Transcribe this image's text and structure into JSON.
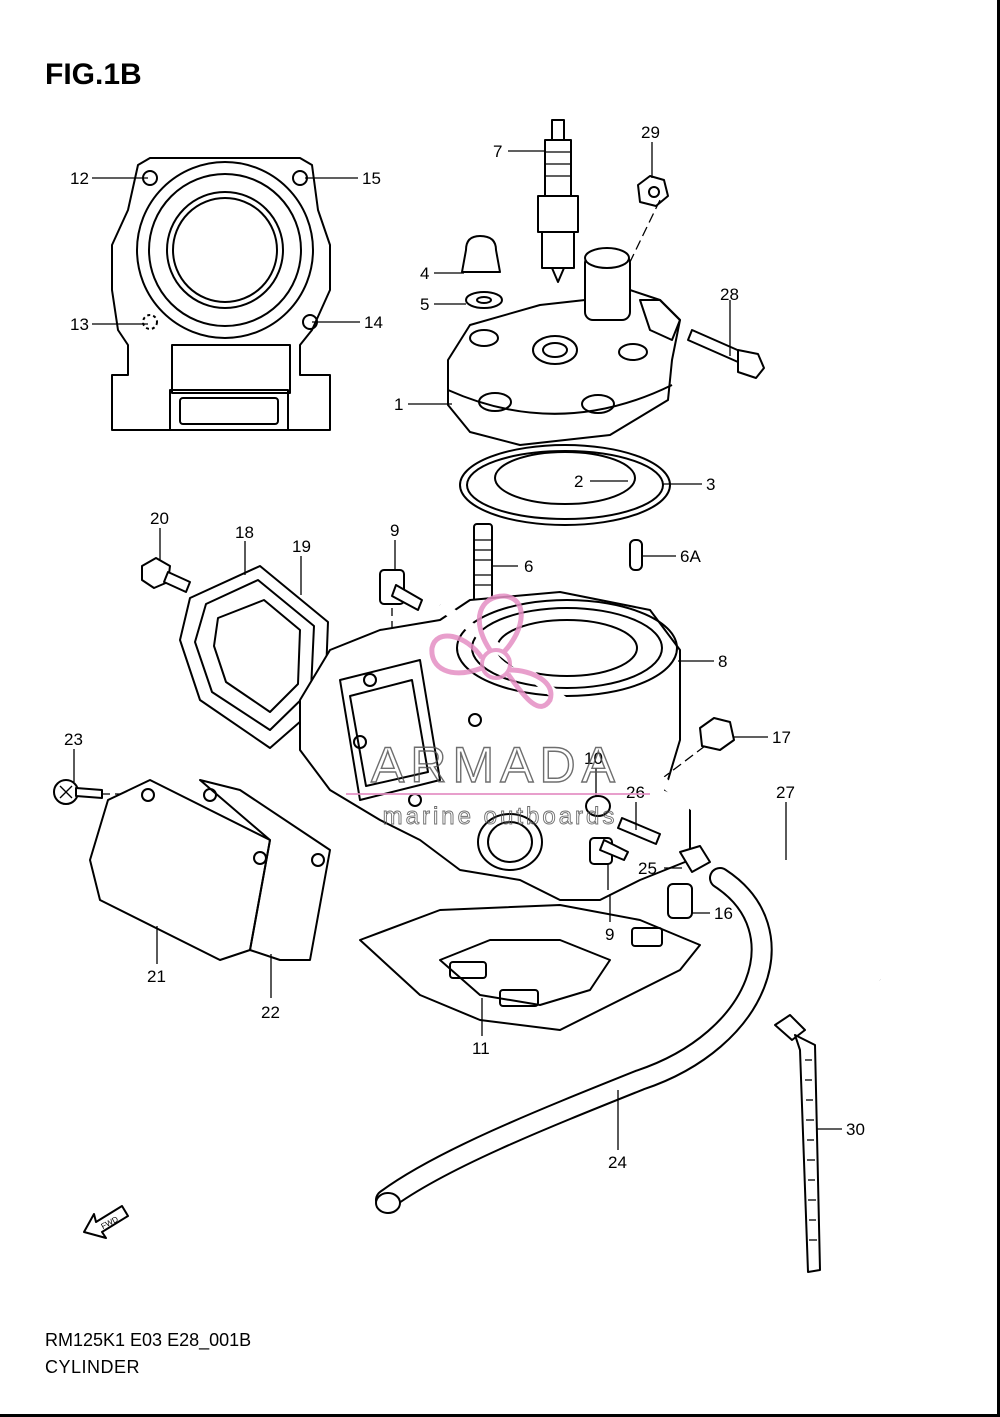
{
  "figure": {
    "title": "FIG.1B",
    "code": "RM125K1 E03 E28_001B",
    "name": "CYLINDER",
    "fwd_label": "FWD"
  },
  "watermark": {
    "brand": "ARMADA",
    "tagline": "marine outboards",
    "color": "#e58fc4",
    "logo": "propeller-icon"
  },
  "callouts": [
    {
      "id": "c12",
      "label": "12"
    },
    {
      "id": "c15",
      "label": "15"
    },
    {
      "id": "c13",
      "label": "13"
    },
    {
      "id": "c14",
      "label": "14"
    },
    {
      "id": "c7",
      "label": "7"
    },
    {
      "id": "c29",
      "label": "29"
    },
    {
      "id": "c4",
      "label": "4"
    },
    {
      "id": "c5",
      "label": "5"
    },
    {
      "id": "c28",
      "label": "28"
    },
    {
      "id": "c1",
      "label": "1"
    },
    {
      "id": "c2",
      "label": "2"
    },
    {
      "id": "c3",
      "label": "3"
    },
    {
      "id": "c20",
      "label": "20"
    },
    {
      "id": "c18",
      "label": "18"
    },
    {
      "id": "c19",
      "label": "19"
    },
    {
      "id": "c9a",
      "label": "9"
    },
    {
      "id": "c6",
      "label": "6"
    },
    {
      "id": "c6a",
      "label": "6A"
    },
    {
      "id": "c8",
      "label": "8"
    },
    {
      "id": "c17",
      "label": "17"
    },
    {
      "id": "c23",
      "label": "23"
    },
    {
      "id": "c10",
      "label": "10"
    },
    {
      "id": "c26",
      "label": "26"
    },
    {
      "id": "c27",
      "label": "27"
    },
    {
      "id": "c25",
      "label": "25"
    },
    {
      "id": "c16",
      "label": "16"
    },
    {
      "id": "c9b",
      "label": "9"
    },
    {
      "id": "c21",
      "label": "21"
    },
    {
      "id": "c22",
      "label": "22"
    },
    {
      "id": "c11",
      "label": "11"
    },
    {
      "id": "c24",
      "label": "24"
    },
    {
      "id": "c30",
      "label": "30"
    }
  ]
}
